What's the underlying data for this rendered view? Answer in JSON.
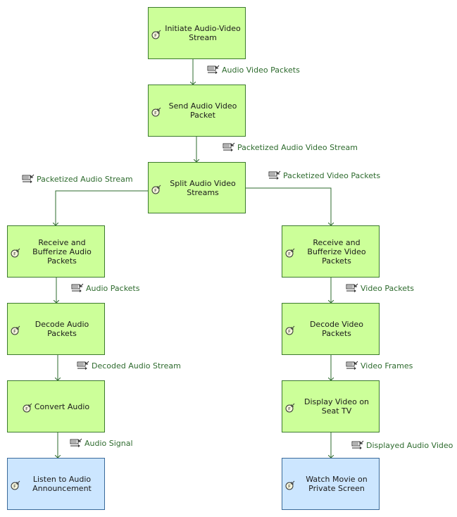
{
  "nodes": {
    "initiate": "Initiate Audio-Video Stream",
    "send": "Send Audio Video Packet",
    "split": "Split Audio Video Streams",
    "recv_audio": "Receive and Bufferize Audio Packets",
    "recv_video": "Receive and Bufferize Video Packets",
    "decode_audio": "Decode Audio Packets",
    "decode_video": "Decode Video Packets",
    "convert_audio": "Convert Audio",
    "display_video": "Display Video on Seat TV",
    "listen": "Listen to Audio Announcement",
    "watch": "Watch Movie on Private Screen"
  },
  "flows": {
    "av_packets": "Audio Video Packets",
    "packetized_av": "Packetized Audio Video Stream",
    "packetized_audio": "Packetized Audio Stream",
    "packetized_video": "Packetized Video Packets",
    "audio_packets": "Audio Packets",
    "video_packets": "Video Packets",
    "decoded_audio": "Decoded Audio Stream",
    "video_frames": "Video Frames",
    "audio_signal": "Audio Signal",
    "displayed_av": "Displayed Audio Video"
  },
  "colors": {
    "function_fill": "#ccff99",
    "terminal_fill": "#cce6ff",
    "edge": "#2e6b2e"
  },
  "icons": {
    "function": "function-icon",
    "flow": "item-flow-icon"
  }
}
